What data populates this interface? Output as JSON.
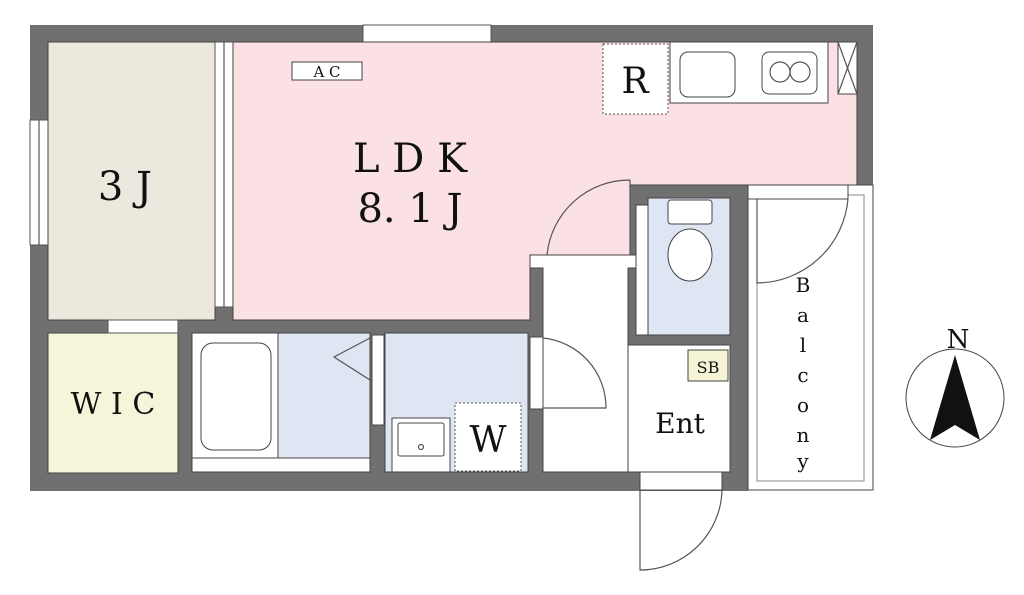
{
  "rooms": {
    "western": {
      "label": "3 J"
    },
    "wic": {
      "label": "W I C"
    },
    "ldk": {
      "label": "L D K",
      "size": "8. 1 J"
    },
    "ac": {
      "label": "A C"
    },
    "fridge": {
      "label": "R"
    },
    "washer": {
      "label": "W"
    },
    "shoebox": {
      "label": "SB"
    },
    "entrance": {
      "label": "Ent"
    },
    "balcony": {
      "letters": [
        "B",
        "a",
        "l",
        "c",
        "o",
        "n",
        "y"
      ]
    }
  },
  "compass": {
    "label": "N"
  },
  "colors": {
    "wall": "#707070",
    "ldk": "#fce1e4",
    "western": "#ede8de",
    "wic": "#f7f5d9",
    "wet": "#dfe6f3",
    "shoebox": "#f5f3d5"
  }
}
